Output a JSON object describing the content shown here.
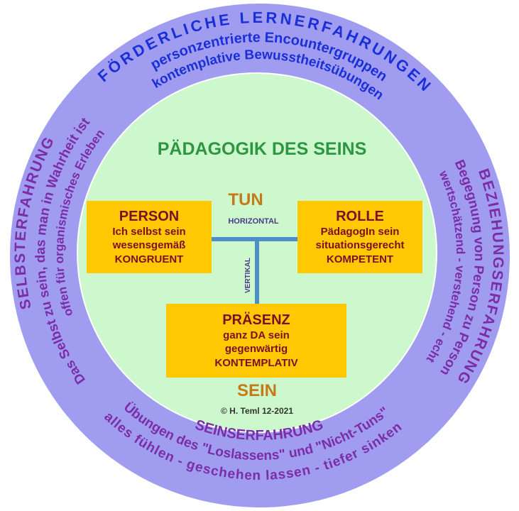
{
  "colors": {
    "outer_ring": "#a09cf0",
    "inner_circle": "#cdf7cd",
    "box": "#ffc800",
    "box_text": "#7a1028",
    "accent_orange": "#c47a18",
    "title_green": "#2e9640",
    "blue_text": "#1a2fd8",
    "purple_text": "#7b2ca6",
    "connector": "#4d8fc6"
  },
  "title": "PÄDAGOGIK DES SEINS",
  "top": {
    "heading": "FÖRDERLICHE LERNERFAHRUNGEN",
    "line1": "personzentrierte Encountergruppen",
    "line2": "kontemplative Bewusstheitsübungen"
  },
  "left": {
    "heading": "SELBSTERFAHRUNG",
    "line1": "Das Selbst zu sein, das man in Wahrheit ist",
    "line2": "offen für organismisches Erleben"
  },
  "right": {
    "heading": "BEZIEHUNGSERFAHRUNG",
    "line1": "Begegnung von Person zu Person",
    "line2": "wertschätzend - verstehend - echt"
  },
  "bottom": {
    "heading": "SEINSERFAHRUNG",
    "line1": "Übungen des \"Loslassens\" und \"Nicht-Tuns\"",
    "line2": "alles fühlen -  geschehen lassen - tiefer sinken"
  },
  "tun": "TUN",
  "sein": "SEIN",
  "horizontal": "HORIZONTAL",
  "vertikal": "VERTIKAL",
  "person": {
    "title": "PERSON",
    "line1": "Ich selbst sein",
    "line2": "wesensgemäß",
    "line3": "KONGRUENT"
  },
  "rolle": {
    "title": "ROLLE",
    "line1": "PädagogIn sein",
    "line2": "situationsgerecht",
    "line3": "KOMPETENT"
  },
  "praesenz": {
    "title": "PRÄSENZ",
    "line1": "ganz DA sein",
    "line2": "gegenwärtig",
    "line3": "KONTEMPLATIV"
  },
  "copyright": "© H. Teml 12-2021"
}
